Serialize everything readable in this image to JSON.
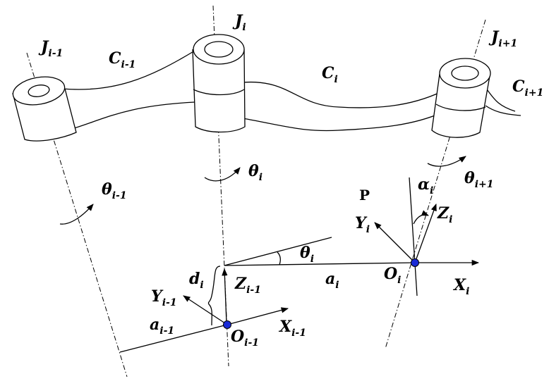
{
  "joints": {
    "j_prev": {
      "base": "J",
      "sub": "i-1"
    },
    "j_curr": {
      "base": "J",
      "sub": "i"
    },
    "j_next": {
      "base": "J",
      "sub": "i+1"
    }
  },
  "links": {
    "c_prev": {
      "base": "C",
      "sub": "i-1"
    },
    "c_curr": {
      "base": "C",
      "sub": "i"
    },
    "c_next": {
      "base": "C",
      "sub": "i+1"
    }
  },
  "rotations": {
    "theta_prev": {
      "base": "θ",
      "sub": "i-1"
    },
    "theta_curr": {
      "base": "θ",
      "sub": "i"
    },
    "theta_next": {
      "base": "θ",
      "sub": "i+1"
    },
    "theta_angle": {
      "base": "θ",
      "sub": "i"
    }
  },
  "params": {
    "d": {
      "base": "d",
      "sub": "i"
    },
    "a_curr": {
      "base": "a",
      "sub": "i"
    },
    "a_prev": {
      "base": "a",
      "sub": "i-1"
    },
    "alpha": {
      "base": "α",
      "sub": "i"
    }
  },
  "frame_prev": {
    "z": {
      "base": "Z",
      "sub": "i-1"
    },
    "y": {
      "base": "Y",
      "sub": "i-1"
    },
    "x": {
      "base": "X",
      "sub": "i-1"
    },
    "o": {
      "base": "O",
      "sub": "i-1"
    }
  },
  "frame_curr": {
    "z": {
      "base": "Z",
      "sub": "i"
    },
    "y": {
      "base": "Y",
      "sub": "i"
    },
    "x": {
      "base": "X",
      "sub": "i"
    },
    "o": {
      "base": "O",
      "sub": "i"
    }
  },
  "point_label": "P",
  "colors": {
    "origin_point": "#1a2bd6",
    "lines": "#000000"
  }
}
